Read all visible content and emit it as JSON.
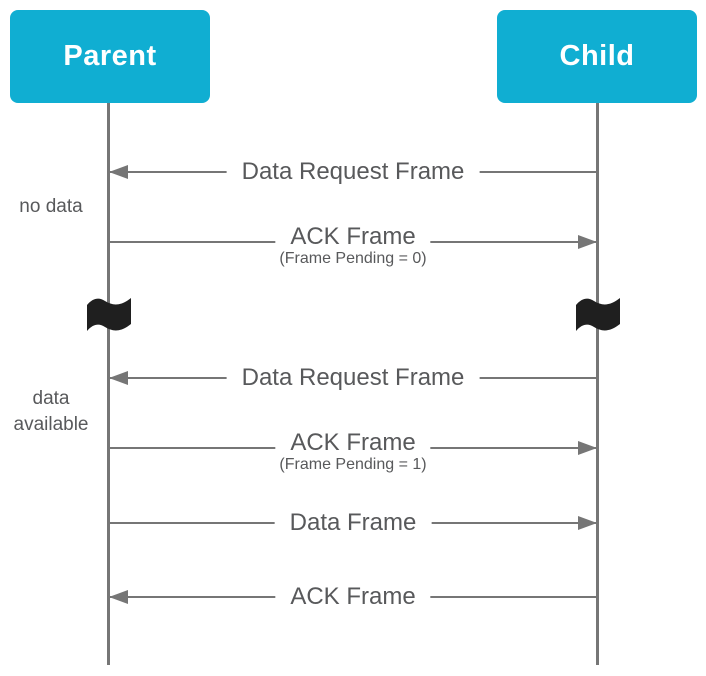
{
  "diagram": {
    "actors": [
      {
        "name": "Parent"
      },
      {
        "name": "Child"
      }
    ],
    "side_labels": [
      {
        "text": "no data"
      },
      {
        "text": "data available"
      }
    ],
    "messages": [
      {
        "label": "Data Request Frame",
        "sub": "",
        "direction": "child-to-parent"
      },
      {
        "label": "ACK Frame",
        "sub": "(Frame Pending = 0)",
        "direction": "parent-to-child"
      },
      {
        "label": "Data Request Frame",
        "sub": "",
        "direction": "child-to-parent"
      },
      {
        "label": "ACK Frame",
        "sub": "(Frame Pending = 1)",
        "direction": "parent-to-child"
      },
      {
        "label": "Data Frame",
        "sub": "",
        "direction": "parent-to-child"
      },
      {
        "label": "ACK Frame",
        "sub": "",
        "direction": "child-to-parent"
      }
    ],
    "icons": [
      {
        "name": "flag-icon"
      }
    ],
    "colors": {
      "actor_bg": "#10AED2",
      "actor_text": "#FFFFFF",
      "line": "#767676",
      "text": "#58595B",
      "flag": "#1F1F1F"
    }
  }
}
